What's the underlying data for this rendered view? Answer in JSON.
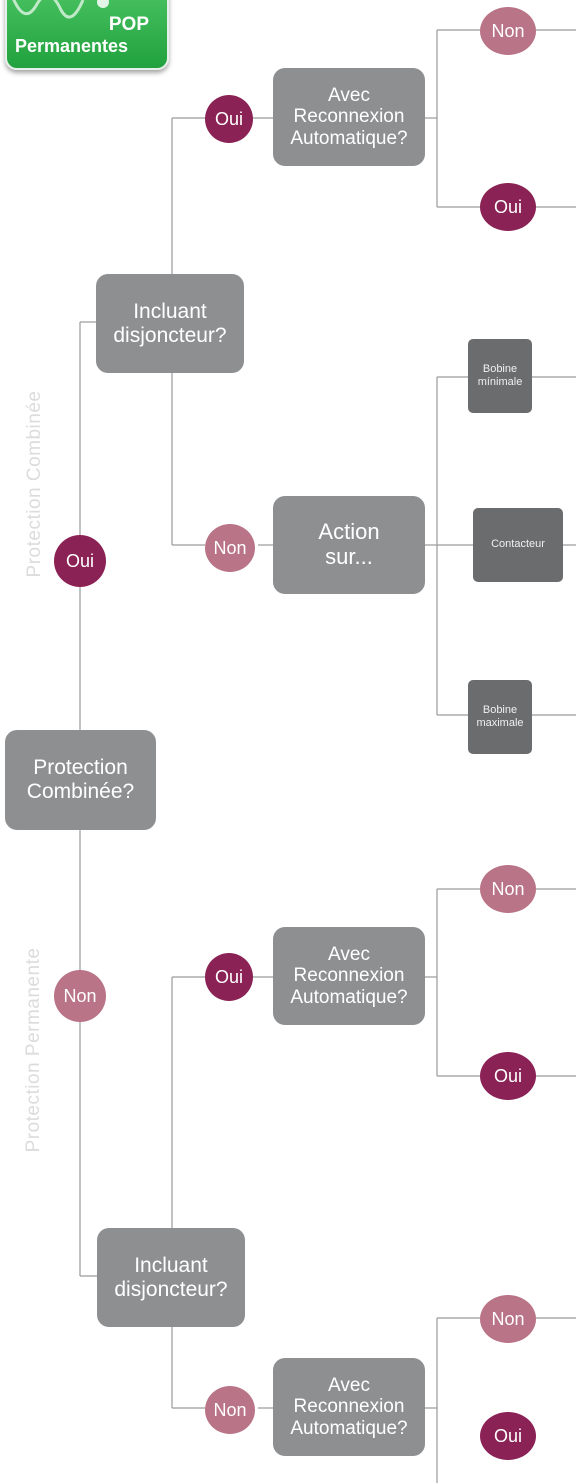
{
  "logo": {
    "line1": "POP",
    "line2": "Permanentes"
  },
  "side_labels": {
    "top": "Protection Combinée",
    "bottom": "Protection Permanente"
  },
  "nodes": {
    "root": "Protection\nCombinée?",
    "incl1": "Incluant\ndisjoncteur?",
    "incl2": "Incluant\ndisjoncteur?",
    "recon1": "Avec\nReconnexion\nAutomatique?",
    "action": "Action\nsur...",
    "recon2": "Avec\nReconnexion\nAutomatique?",
    "recon3": "Avec\nReconnexion\nAutomatique?",
    "bobine_min": "Bobine\nmínimale",
    "contacteur": "Contacteur",
    "bobine_max": "Bobine\nmaximale"
  },
  "answers": {
    "yes": "Oui",
    "no": "Non"
  },
  "colors": {
    "box": "#8e8f91",
    "box_dark": "#6b6c6e",
    "yes": "#8b2255",
    "no": "#b97487",
    "line": "#9a9a9a",
    "logo": "#2eaf4a"
  }
}
